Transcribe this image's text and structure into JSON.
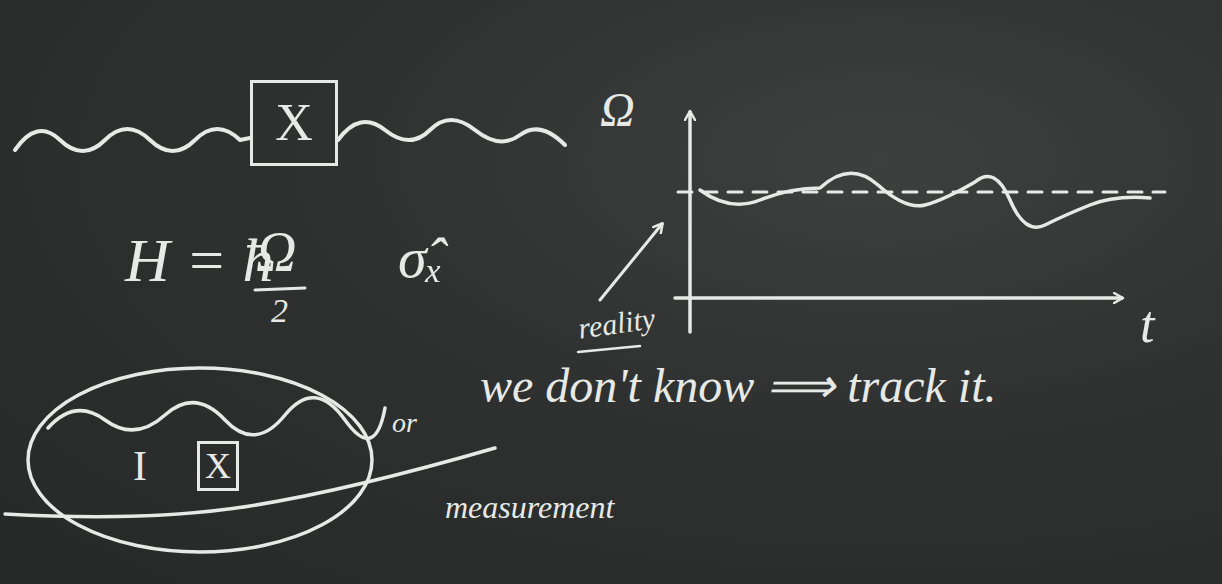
{
  "diagram": {
    "nodes": [
      {
        "text": [
          "X"
        ]
      },
      {
        "text": [
          "I"
        ]
      },
      {
        "text": [
          "X"
        ],
        "in": 1
      }
    ],
    "labels": [
      "H = ħ",
      "Ω",
      "2",
      "σ̂ₓ",
      "Ω",
      "t",
      "reality",
      "we don't know ⟹ track it.",
      "or",
      "measurement"
    ]
  }
}
